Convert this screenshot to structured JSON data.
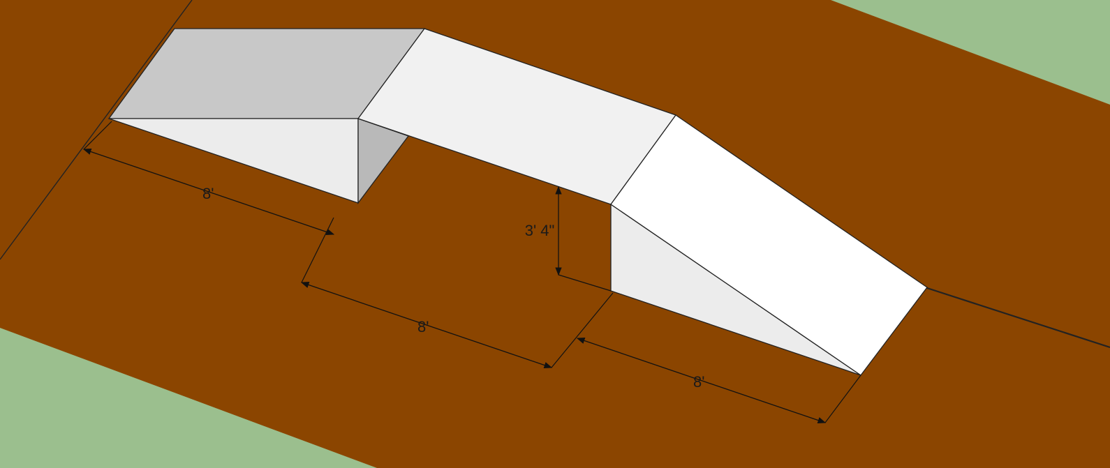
{
  "colors": {
    "grass": "#9bbf8e",
    "dirt": "#8b4500",
    "top_face": "#c8c8c8",
    "side_face": "#ececec",
    "deck_face": "#f1f1f1",
    "ramp_face": "#ffffff",
    "back_face": "#b9b9b9",
    "edge": "#222222",
    "dimension_line": "#111111"
  },
  "dimensions": {
    "takeoff_length": "8'",
    "table_length": "8'",
    "landing_length": "8'",
    "table_height": "3' 4\""
  }
}
